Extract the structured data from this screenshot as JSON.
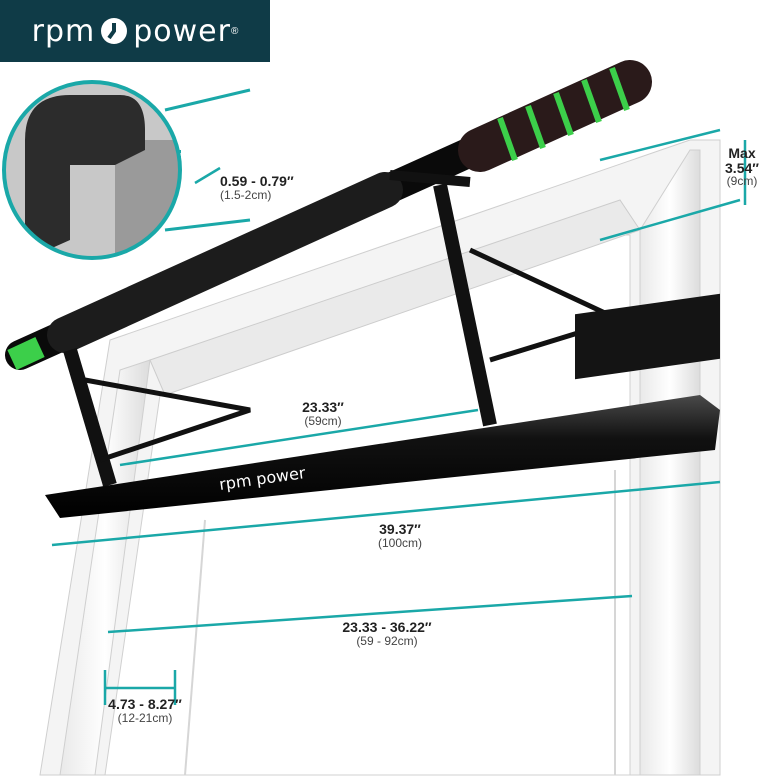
{
  "brand": {
    "name_left": "rpm",
    "name_right": "power",
    "registered": "®",
    "bar_print": "rpm power"
  },
  "colors": {
    "accent": "#1aa8a8",
    "logo_bg": "#0f3b47",
    "grip_green": "#3ccf4a"
  },
  "measurements": {
    "hook_depth": {
      "main": "0.59 - 0.79″",
      "sub": "(1.5-2cm)"
    },
    "max_thickness": {
      "main_line1": "Max",
      "main_line2": "3.54″",
      "sub": "(9cm)"
    },
    "lower_bar": {
      "main": "23.33″",
      "sub": "(59cm)"
    },
    "overall_length": {
      "main": "39.37″",
      "sub": "(100cm)"
    },
    "door_width": {
      "main": "23.33 - 36.22″",
      "sub": "(59 - 92cm)"
    },
    "frame_depth": {
      "main": "4.73 - 8.27″",
      "sub": "(12-21cm)"
    }
  }
}
